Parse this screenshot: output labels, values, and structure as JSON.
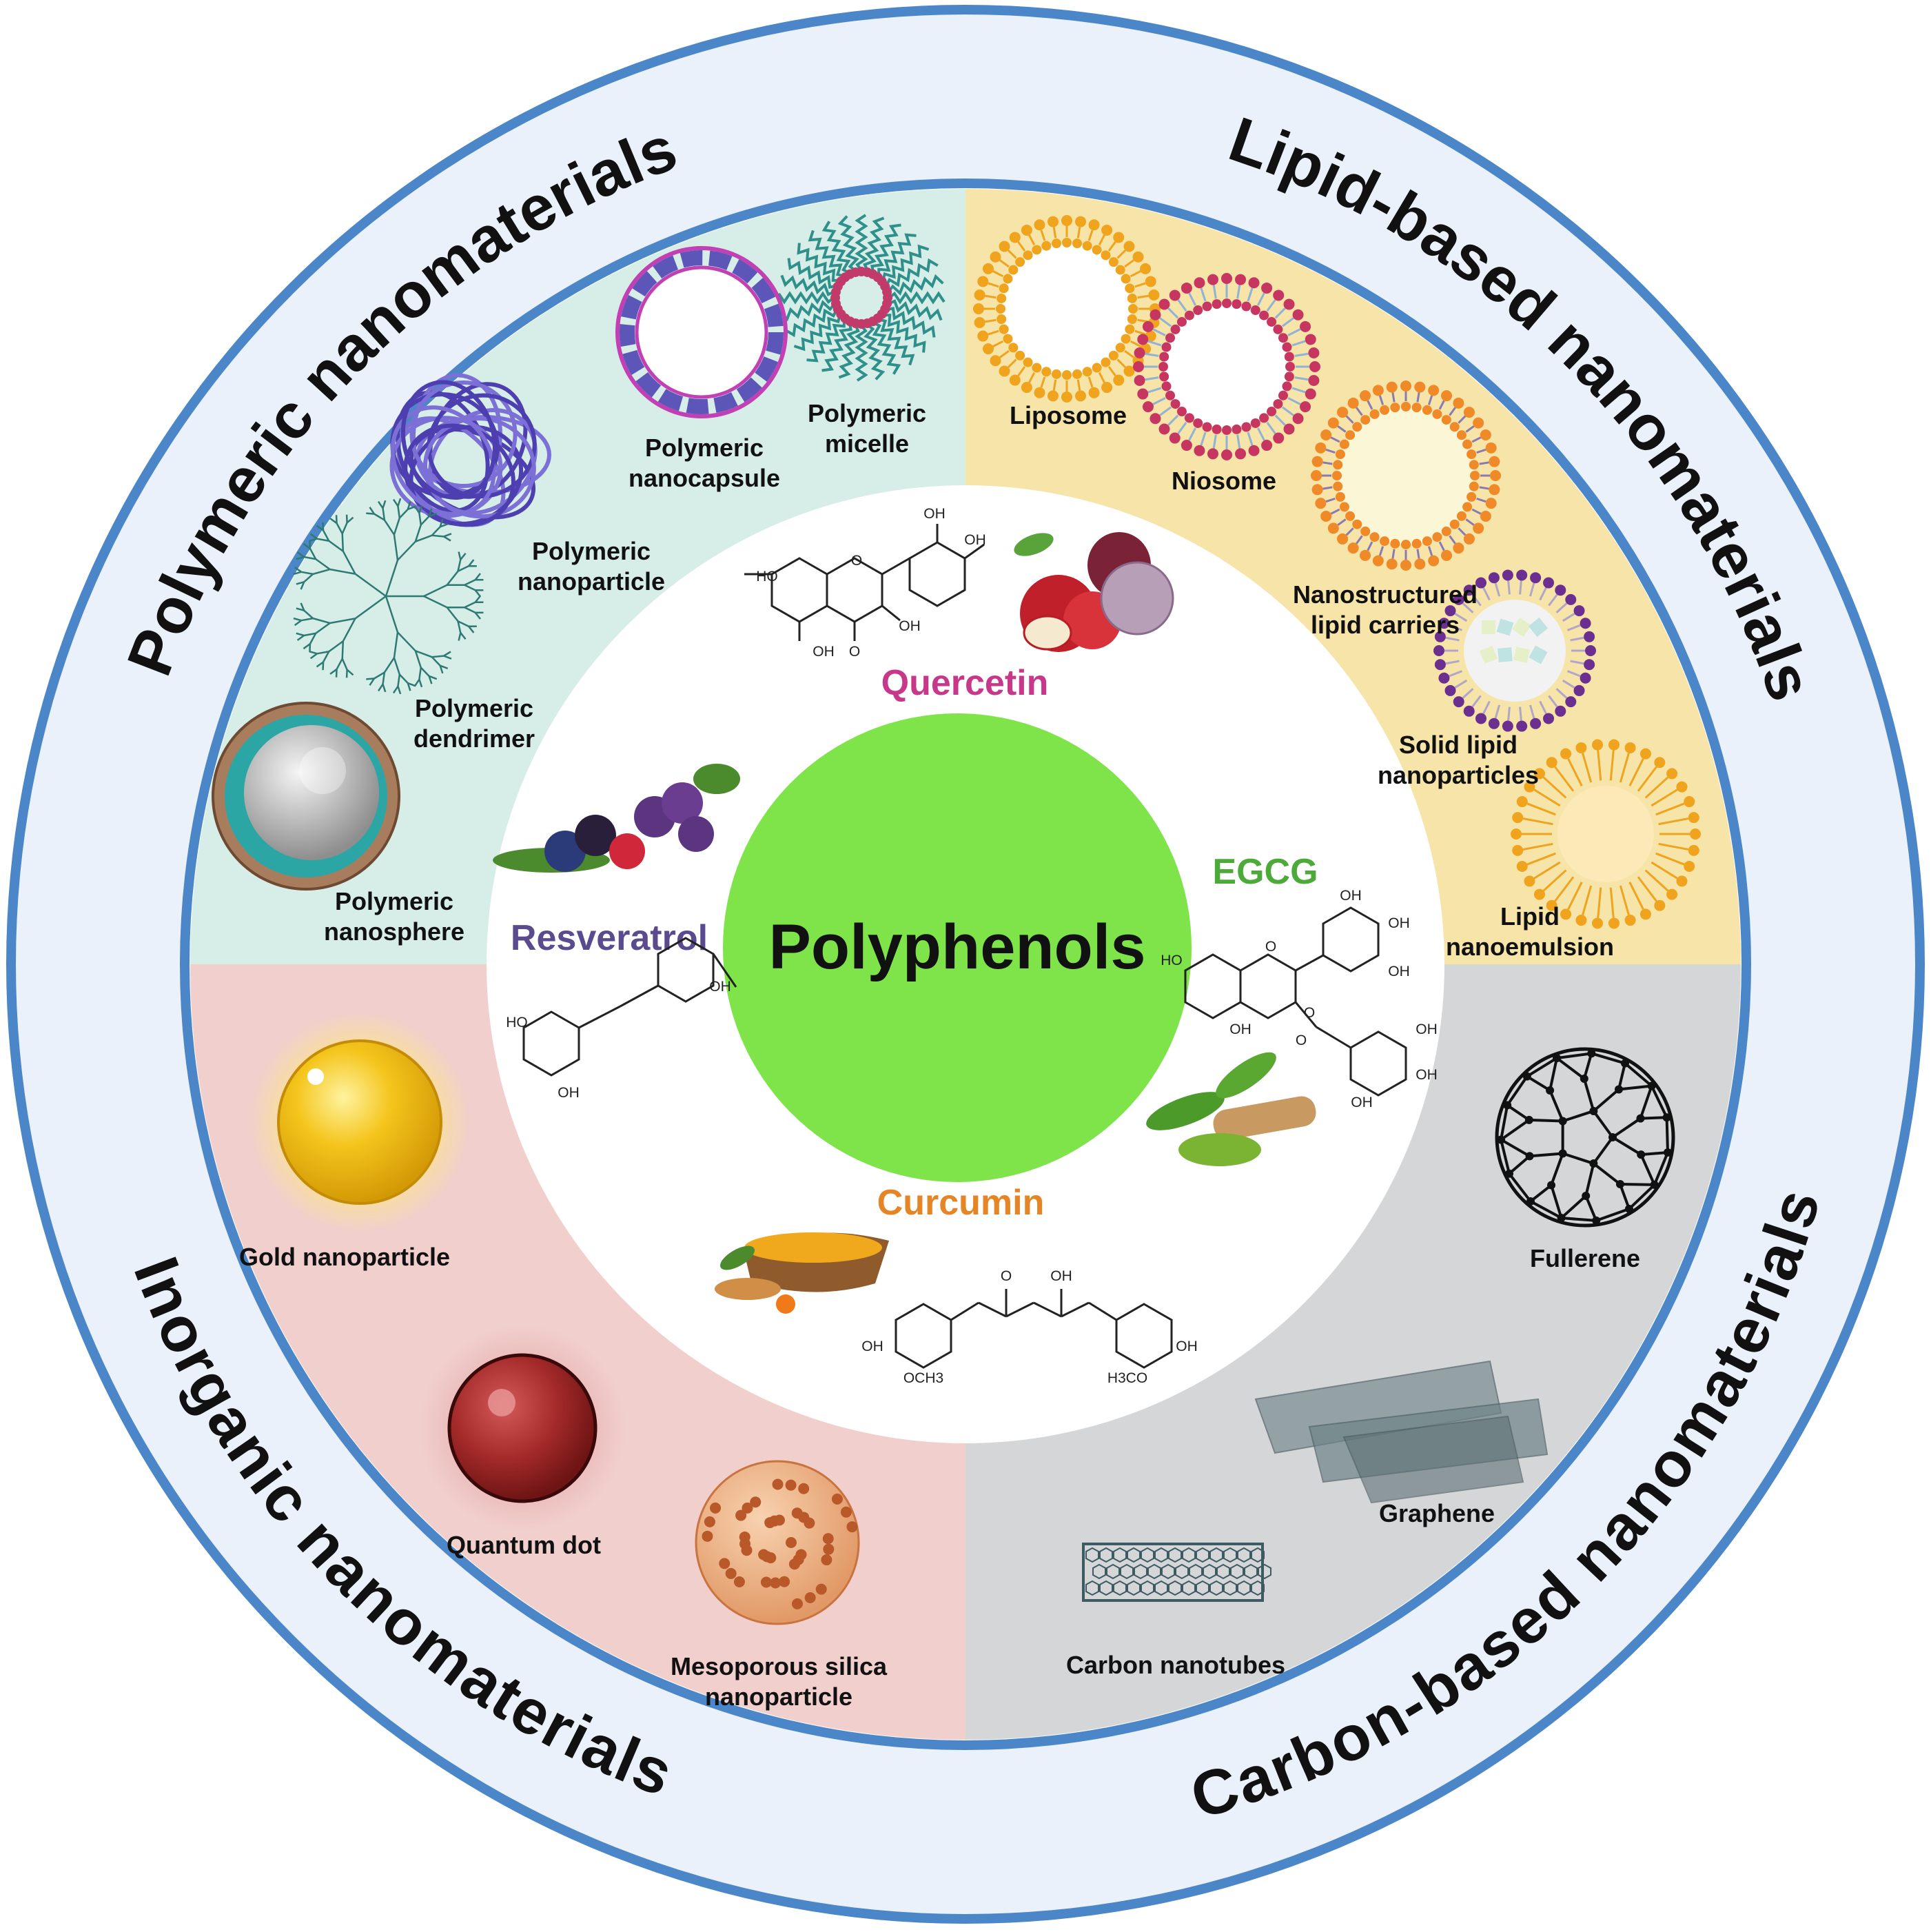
{
  "center": {
    "title": "Polyphenols",
    "color": "#7fe34a"
  },
  "colors": {
    "ring_outer": "#4a86c8",
    "ring_fill": "#eaf1fa",
    "polymeric_bg": "#d7ede8",
    "lipid_bg": "#f6e4a8",
    "inorganic_bg": "#f1cfcd",
    "carbon_bg": "#d4d6d8"
  },
  "ring_titles": {
    "polymeric": "Polymeric nanomaterials",
    "lipid": "Lipid-based nanomaterials",
    "inorganic": "Inorganic nanomaterials",
    "carbon": "Carbon-based nanomaterials"
  },
  "polyphenols": {
    "quercetin": {
      "name": "Quercetin",
      "color": "#c8388a"
    },
    "resveratrol": {
      "name": "Resveratrol",
      "color": "#5a4a8e"
    },
    "egcg": {
      "name": "EGCG",
      "color": "#4caa3a"
    },
    "curcumin": {
      "name": "Curcumin",
      "color": "#e58526"
    }
  },
  "chem": {
    "oh": "OH",
    "ho": "HO",
    "o": "O",
    "och3": "OCH3",
    "h3co": "H3CO"
  },
  "polymeric": {
    "micelle": [
      "Polymeric",
      "micelle"
    ],
    "nanocapsule": [
      "Polymeric",
      "nanocapsule"
    ],
    "nanoparticle": [
      "Polymeric",
      "nanoparticle"
    ],
    "dendrimer": [
      "Polymeric",
      "dendrimer"
    ],
    "nanosphere": [
      "Polymeric",
      "nanosphere"
    ]
  },
  "lipid": {
    "liposome": "Liposome",
    "niosome": "Niosome",
    "nlc": [
      "Nanostructured",
      "lipid carriers"
    ],
    "sln": [
      "Solid lipid",
      "nanoparticles"
    ],
    "nanoemulsion": [
      "Lipid",
      "nanoemulsion"
    ]
  },
  "inorganic": {
    "gold": "Gold nanoparticle",
    "qdot": "Quantum dot",
    "silica": [
      "Mesoporous silica",
      "nanoparticle"
    ]
  },
  "carbon": {
    "fullerene": "Fullerene",
    "graphene": "Graphene",
    "nanotubes": "Carbon nanotubes"
  }
}
